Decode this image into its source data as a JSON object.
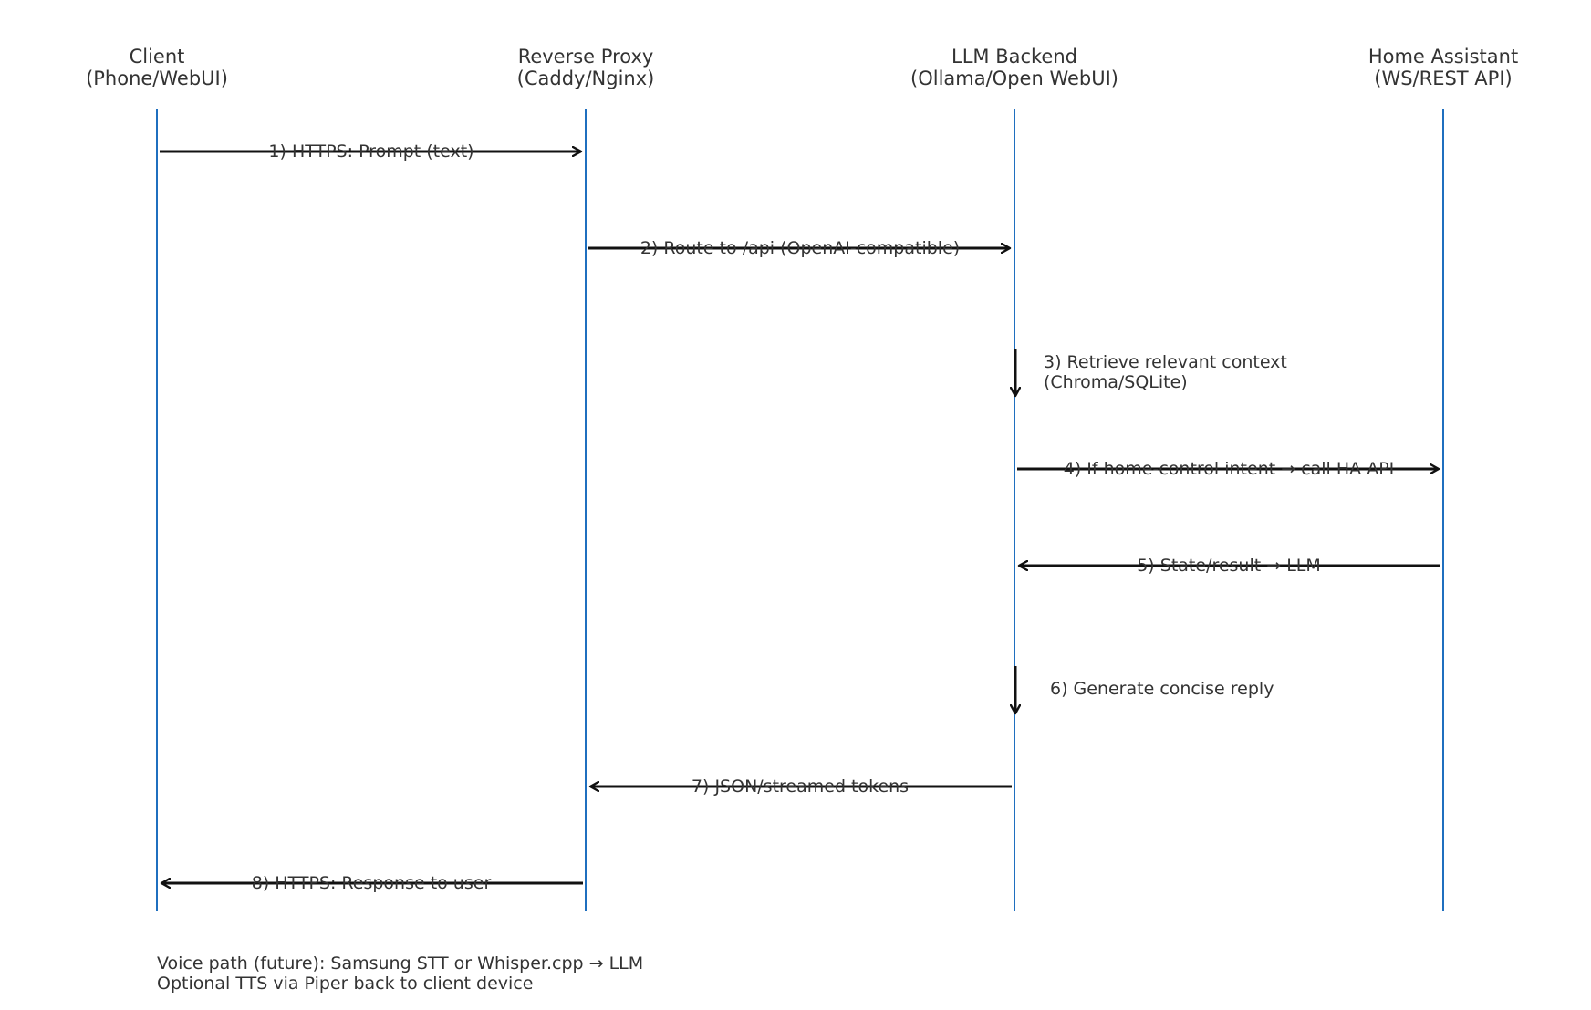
{
  "colors": {
    "lifeline": "#1f6fbf",
    "arrow": "#111111",
    "text": "#333333"
  },
  "actors": [
    {
      "id": "client",
      "name": "Client",
      "sub": "(Phone/WebUI)"
    },
    {
      "id": "proxy",
      "name": "Reverse Proxy",
      "sub": "(Caddy/Nginx)"
    },
    {
      "id": "llm",
      "name": "LLM Backend",
      "sub": "(Ollama/Open WebUI)"
    },
    {
      "id": "ha",
      "name": "Home Assistant",
      "sub": "(WS/REST API)"
    }
  ],
  "messages": [
    {
      "step": 1,
      "from": "client",
      "to": "proxy",
      "text": "1) HTTPS: Prompt (text)"
    },
    {
      "step": 2,
      "from": "proxy",
      "to": "llm",
      "text": "2) Route to /api (OpenAI-compatible)"
    },
    {
      "step": 3,
      "from": "llm",
      "to": "llm",
      "lines": [
        "3) Retrieve relevant context",
        "(Chroma/SQLite)"
      ]
    },
    {
      "step": 4,
      "from": "llm",
      "to": "ha",
      "text": "4) If home-control intent → call HA API"
    },
    {
      "step": 5,
      "from": "ha",
      "to": "llm",
      "text": "5) State/result → LLM"
    },
    {
      "step": 6,
      "from": "llm",
      "to": "llm",
      "lines": [
        "6) Generate concise reply"
      ]
    },
    {
      "step": 7,
      "from": "llm",
      "to": "proxy",
      "text": "7) JSON/streamed tokens"
    },
    {
      "step": 8,
      "from": "proxy",
      "to": "client",
      "text": "8) HTTPS: Response to user"
    }
  ],
  "footnote": {
    "line1": "Voice path (future): Samsung STT or Whisper.cpp → LLM",
    "line2": "Optional TTS via Piper back to client device"
  }
}
